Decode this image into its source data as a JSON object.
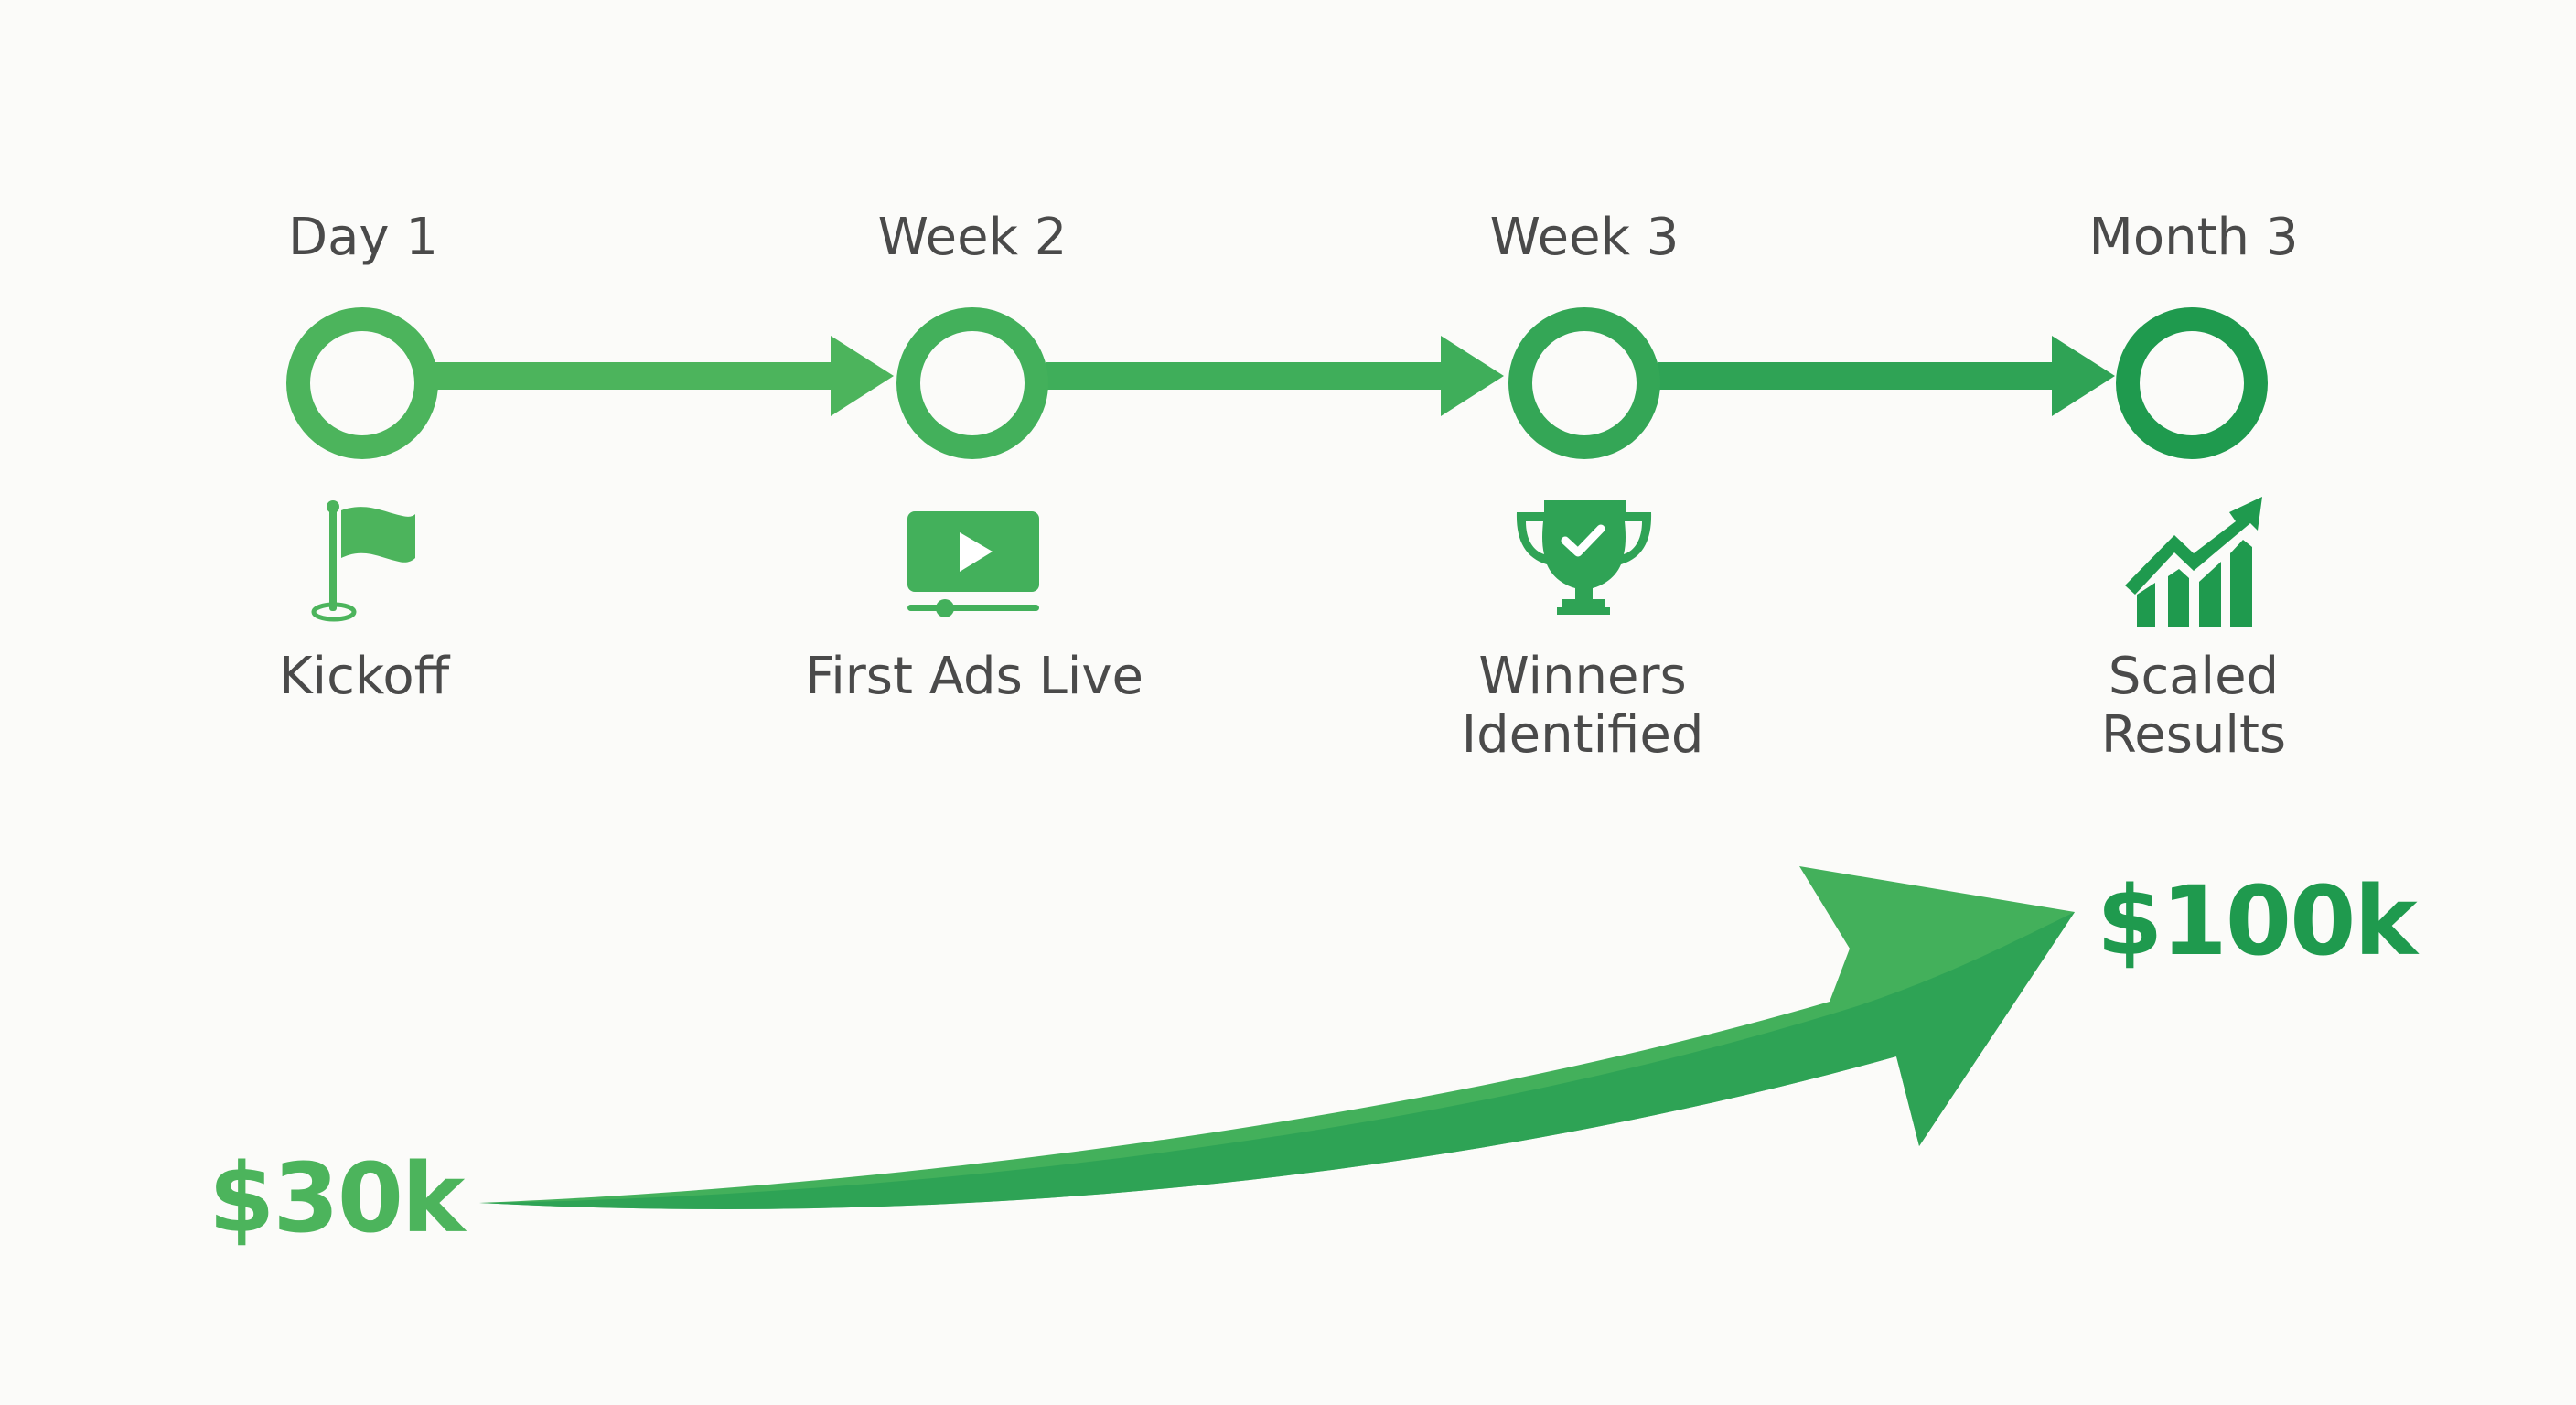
{
  "colors": {
    "background": "#fbfbf9",
    "text": "#4a4a4a",
    "green_light": "#4fb45e",
    "green_mid": "#3aa85a",
    "green_dark": "#1f9a4e"
  },
  "timeline": {
    "milestones": [
      {
        "period": "Day 1",
        "icon": "flag-icon",
        "caption_lines": [
          "Kickoff"
        ]
      },
      {
        "period": "Week 2",
        "icon": "video-play-icon",
        "caption_lines": [
          "First Ads Live"
        ]
      },
      {
        "period": "Week 3",
        "icon": "trophy-check-icon",
        "caption_lines": [
          "Winners",
          "Identified"
        ]
      },
      {
        "period": "Month 3",
        "icon": "growth-chart-icon",
        "caption_lines": [
          "Scaled",
          "Results"
        ]
      }
    ]
  },
  "growth": {
    "start_value": "$30k",
    "end_value": "$100k"
  }
}
